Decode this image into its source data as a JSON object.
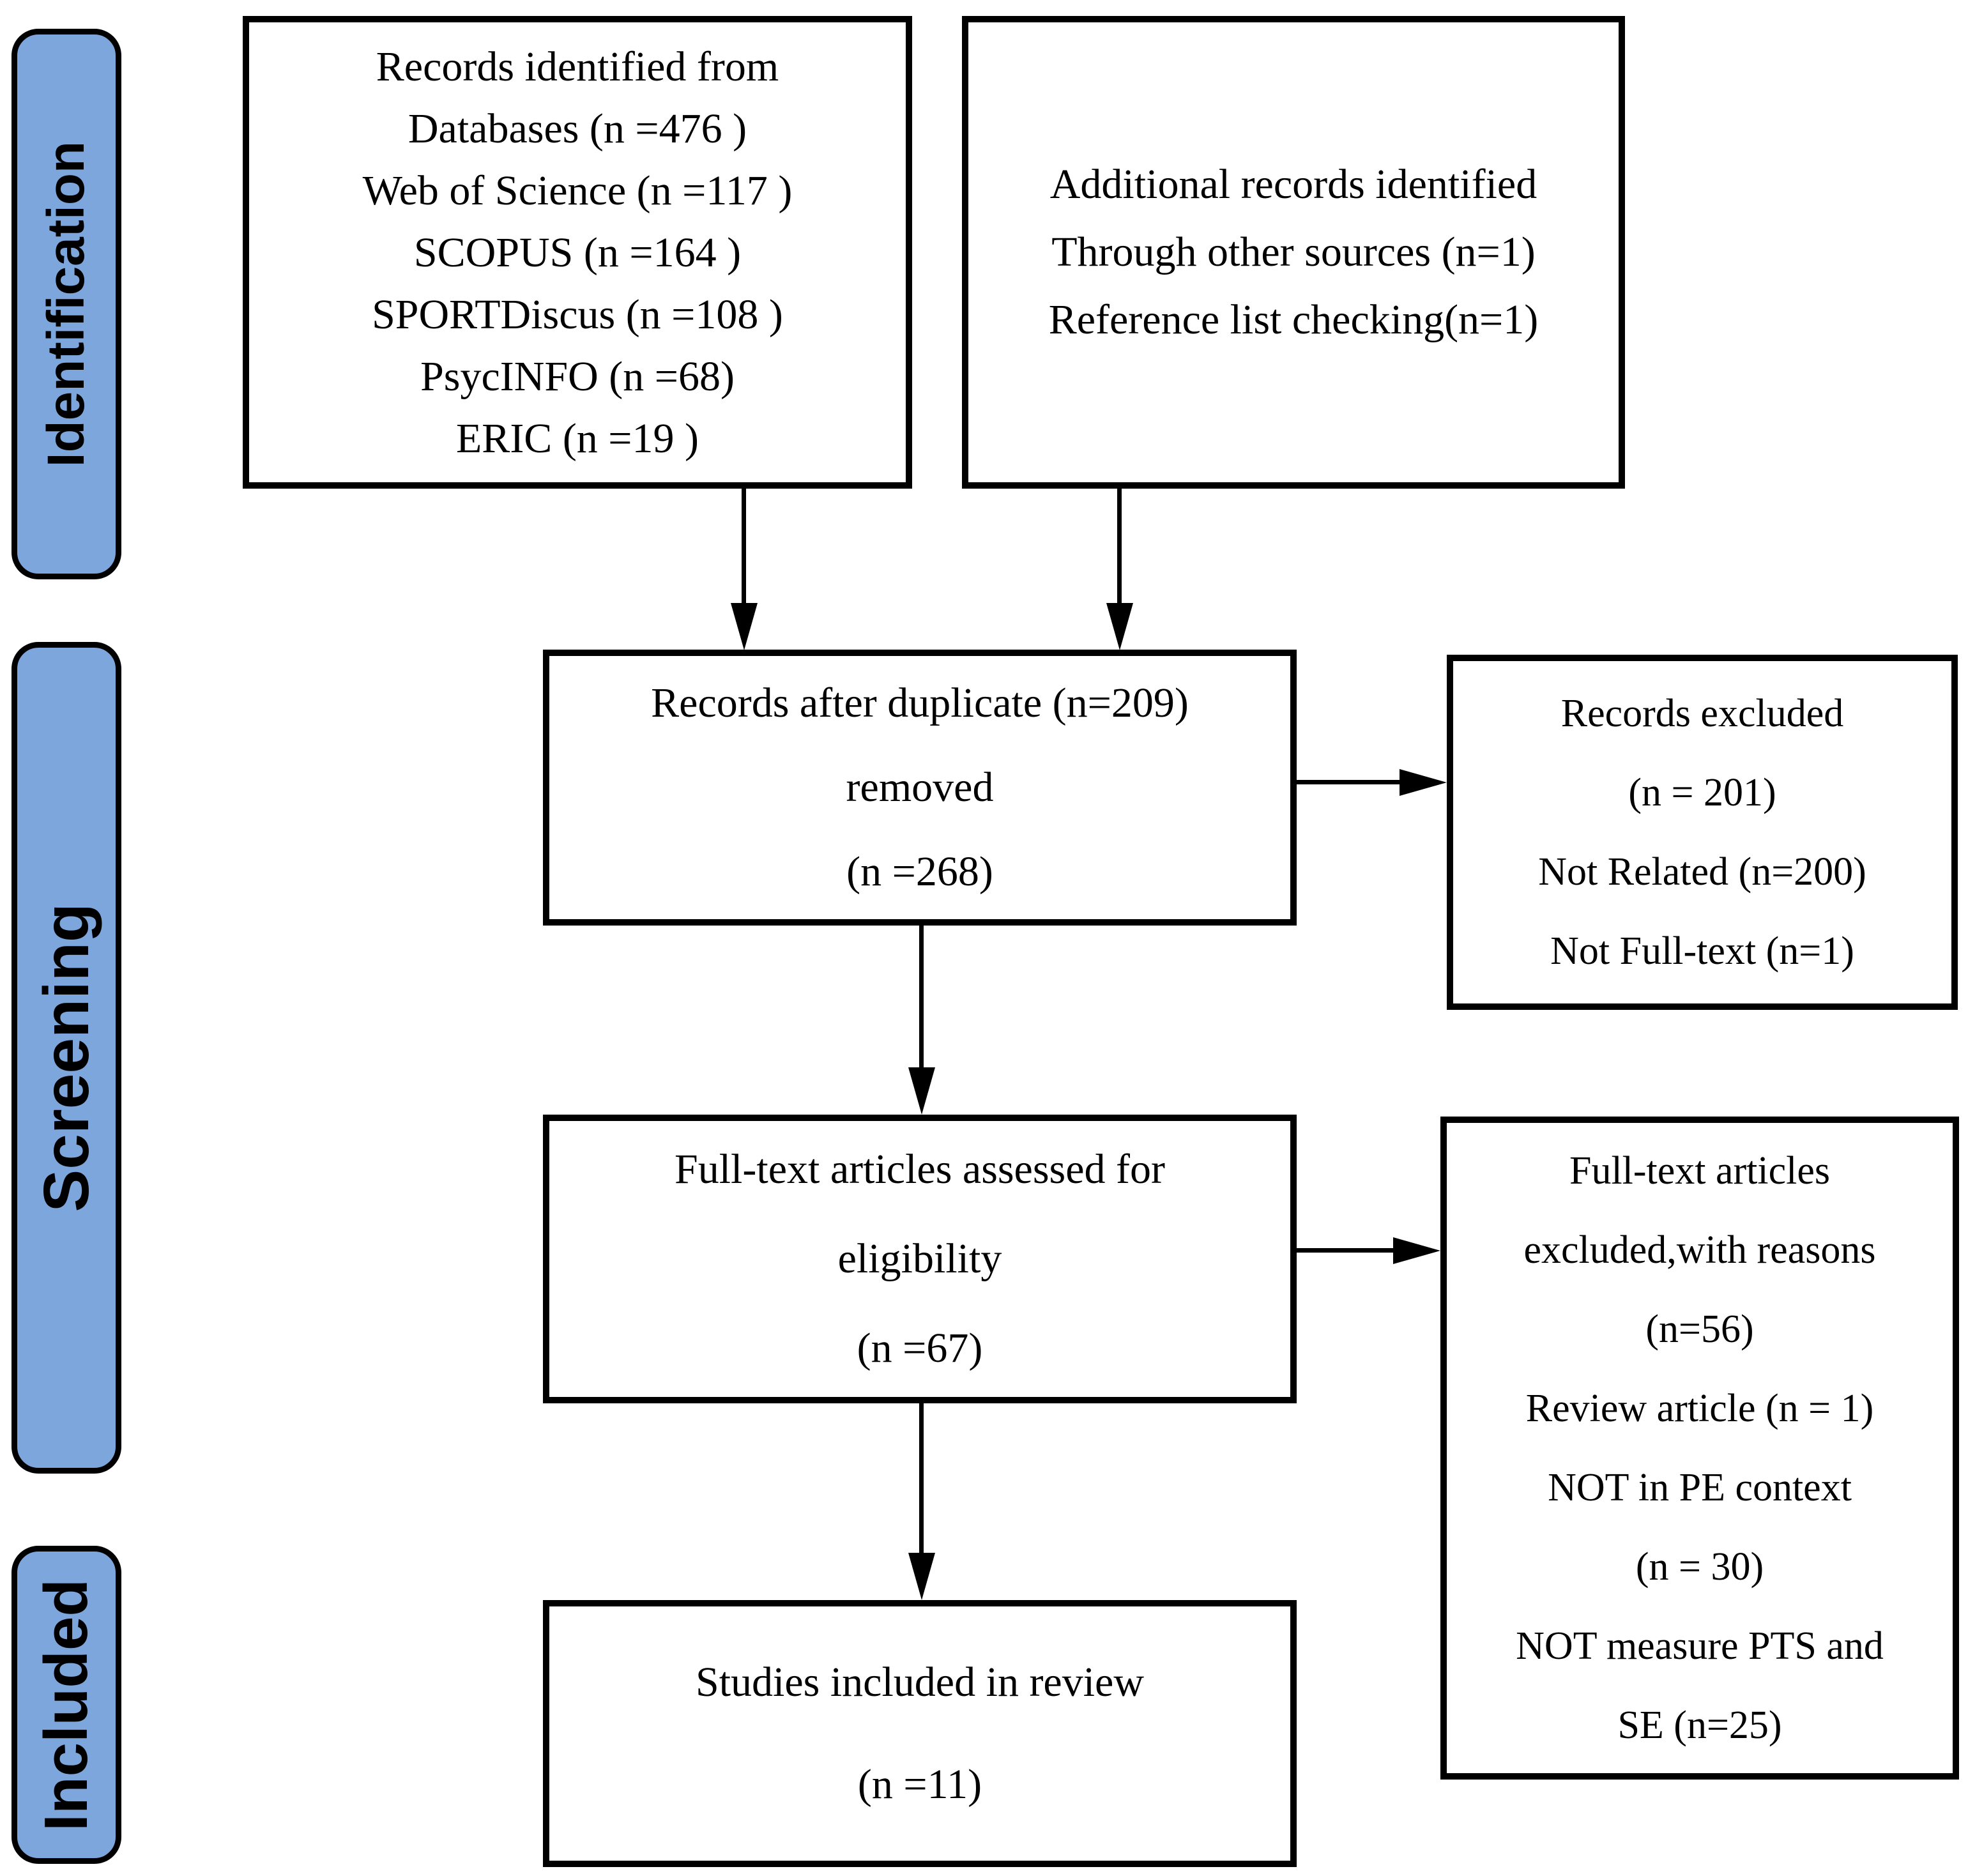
{
  "colors": {
    "stage_fill": "#7DA7DC",
    "line": "#000000",
    "background": "#FFFFFF",
    "text": "#000000"
  },
  "stages": {
    "identification": "Identification",
    "screening": "Screening",
    "included": "Included"
  },
  "boxes": {
    "records_identified": {
      "lines": [
        "Records identified from",
        "Databases (n =476 )",
        "Web of Science (n =117 )",
        "SCOPUS (n =164 )",
        "SPORTDiscus (n =108 )",
        "PsycINFO (n =68)",
        "ERIC (n =19 )"
      ]
    },
    "additional_records": {
      "lines": [
        "Additional records identified",
        "Through other sources (n=1)",
        "Reference list checking(n=1)"
      ]
    },
    "records_after_duplicates": {
      "lines": [
        "Records after duplicate (n=209)",
        "removed",
        "(n =268)"
      ]
    },
    "records_excluded": {
      "lines": [
        "Records excluded",
        "(n = 201)",
        "Not Related (n=200)",
        "Not Full-text (n=1)"
      ]
    },
    "fulltext_assessed": {
      "lines": [
        "Full-text articles assessed for",
        "eligibility",
        "(n =67)"
      ]
    },
    "fulltext_excluded": {
      "lines": [
        "Full-text articles",
        "excluded,with reasons",
        "(n=56)",
        "Review article (n = 1)",
        "NOT in PE context",
        "(n = 30)",
        "NOT measure PTS and",
        "SE (n=25)"
      ]
    },
    "studies_included": {
      "lines": [
        "Studies included in review",
        "(n =11)"
      ]
    }
  }
}
